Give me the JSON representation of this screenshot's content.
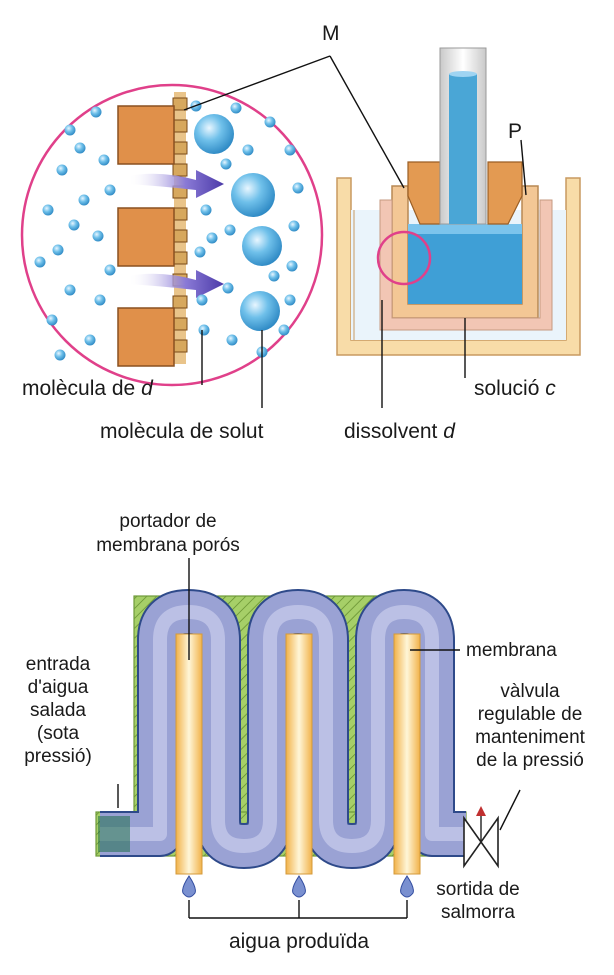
{
  "top_diagram": {
    "label_m": "M",
    "label_p": "P",
    "label_molecule_d": "molècula de",
    "label_molecule_d_var": "d",
    "label_solute_molecule": "molècula de solut",
    "label_solvent": "dissolvent",
    "label_solvent_var": "d",
    "label_solution": "solució",
    "label_solution_var": "c"
  },
  "bottom_diagram": {
    "label_carrier_line1": "portador de",
    "label_carrier_line2": "membrana porós",
    "label_membrane": "membrana",
    "label_inlet_lines": [
      "entrada",
      "d'aigua",
      "salada",
      "(sota",
      "pressió)"
    ],
    "label_valve_lines": [
      "vàlvula",
      "regulable de",
      "manteniment",
      "de la pressió"
    ],
    "label_outlet_lines": [
      "sortida de",
      "salmorra"
    ],
    "label_product": "aigua produïda"
  },
  "colors": {
    "solution_blue": "#4aa6d6",
    "membrane_purple": "#9aa2d4",
    "housing_green": "#9fca60",
    "carrier_yellow": "#f6d27a",
    "vessel_cream": "#f8dca8",
    "zoom_circle_pink": "#e0408a"
  }
}
